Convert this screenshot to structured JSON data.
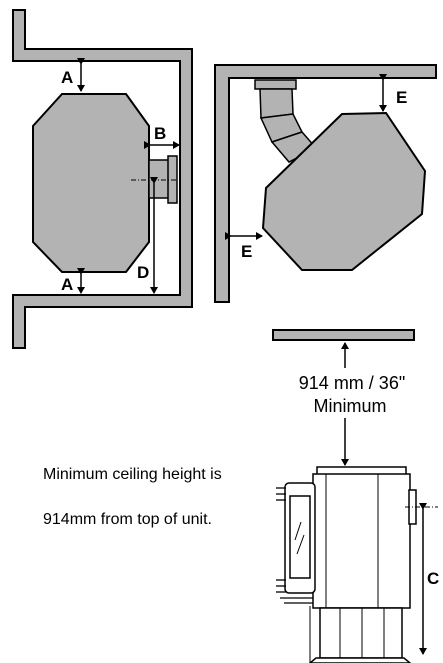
{
  "labels": {
    "a_top": "A",
    "a_bottom": "A",
    "b": "B",
    "d": "D",
    "e_top": "E",
    "e_left": "E",
    "c": "C"
  },
  "ceiling_note": {
    "line1": "914 mm / 36\"",
    "line2": "Minimum"
  },
  "description": {
    "line1": "Minimum ceiling height is",
    "line2": "914mm from top of unit."
  },
  "colors": {
    "wall_fill": "#b3b3b3",
    "stroke": "#000000",
    "stove_fill": "#ffffff"
  }
}
